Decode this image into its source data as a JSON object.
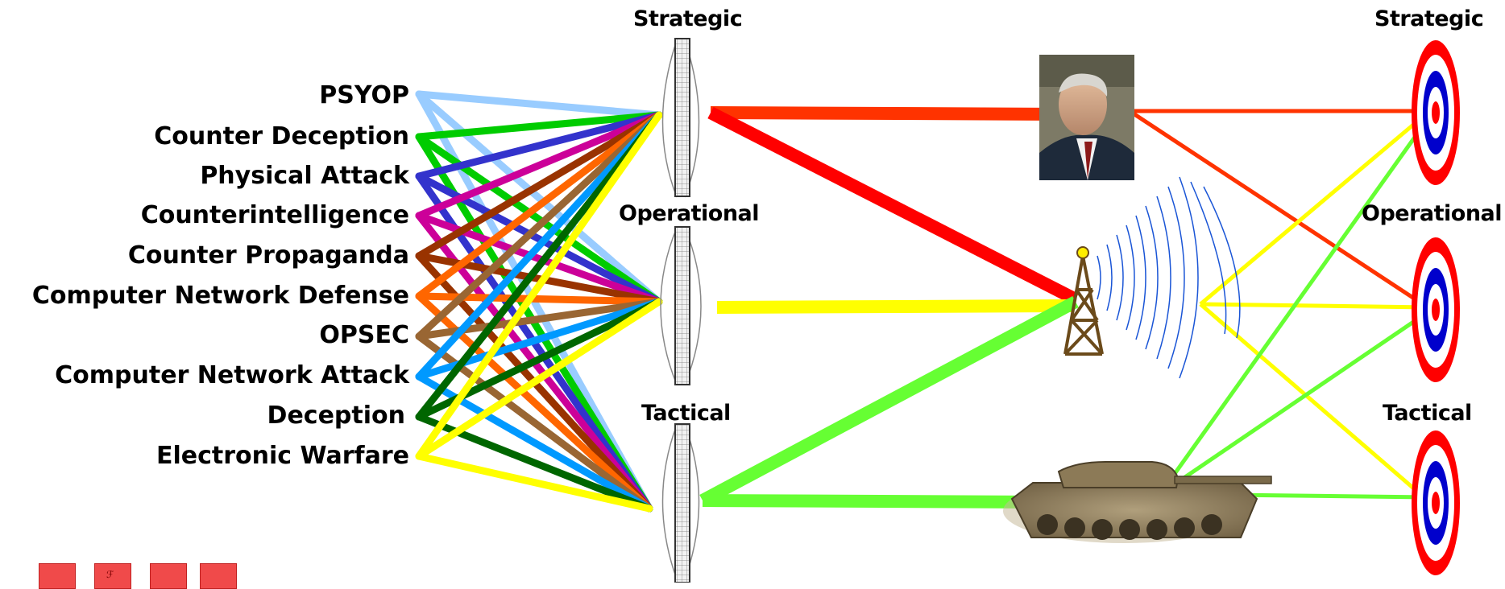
{
  "capabilities": [
    {
      "name": "PSYOP",
      "color": "#99ccff"
    },
    {
      "name": "Counter Deception",
      "color": "#00cc00"
    },
    {
      "name": "Physical Attack",
      "color": "#3333cc"
    },
    {
      "name": "Counterintelligence",
      "color": "#cc0099"
    },
    {
      "name": "Counter Propaganda",
      "color": "#993300"
    },
    {
      "name": "Computer Network Defense",
      "color": "#ff6600"
    },
    {
      "name": "OPSEC",
      "color": "#996633"
    },
    {
      "name": "Computer Network Attack",
      "color": "#0099ff"
    },
    {
      "name": "Deception",
      "color": "#006600"
    },
    {
      "name": "Electronic Warfare",
      "color": "#ffff00"
    }
  ],
  "lens_labels": [
    "Strategic",
    "Operational",
    "Tactical"
  ],
  "target_labels": [
    "Strategic",
    "Operational",
    "Tactical"
  ],
  "level_colors": {
    "strategic": "#ff0000",
    "operational": "#ffff00",
    "tactical": "#66ff33",
    "strategic_thin": "#ff3300"
  },
  "icons": {
    "leader": "leader-portrait-photo",
    "tower": "radio-tower-icon",
    "tank": "tank-photo",
    "target": "bullseye-target-icon"
  }
}
